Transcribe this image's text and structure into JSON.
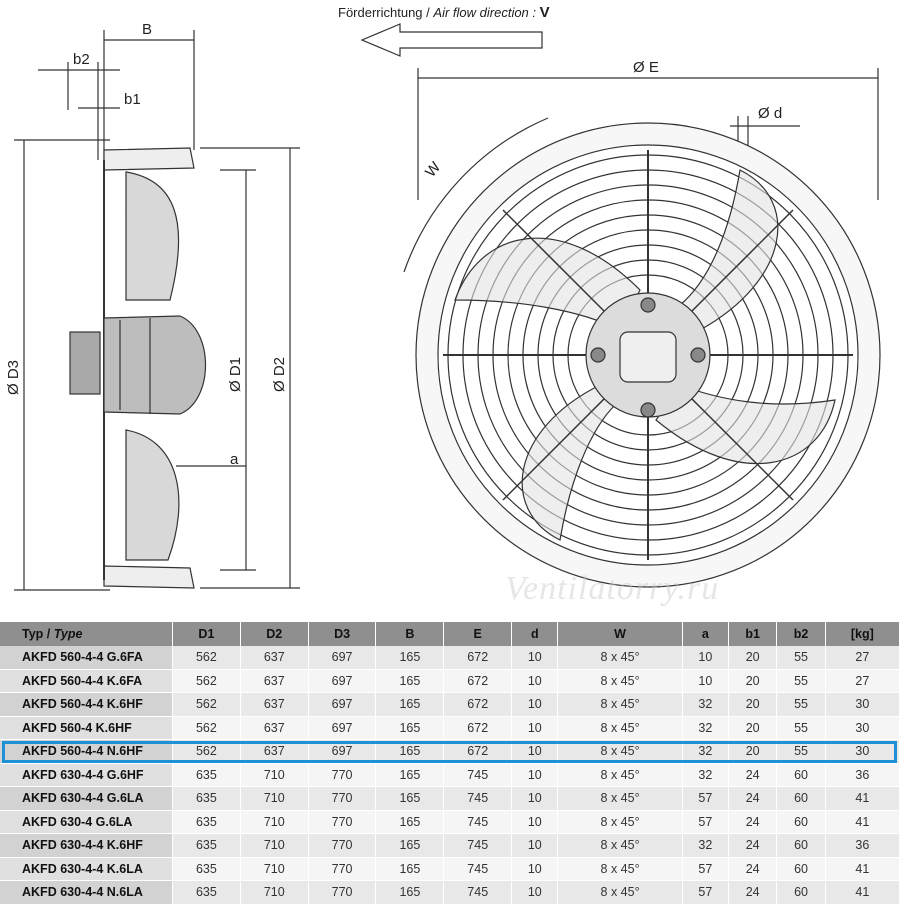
{
  "flow": {
    "label_de": "Förderrichtung",
    "separator": "/",
    "label_en": "Air flow direction",
    "colon": ":",
    "symbol": "V"
  },
  "dimensions": {
    "B": "B",
    "b2": "b2",
    "b1": "b1",
    "D3": "Ø D3",
    "D1": "Ø D1",
    "D2": "Ø D2",
    "a": "a",
    "E": "Ø E",
    "d": "Ø d",
    "W": "W"
  },
  "watermark": "Ventilatorry.ru",
  "table": {
    "headers": {
      "type_de": "Typ",
      "type_sep": "/",
      "type_en": "Type",
      "cols": [
        "D1",
        "D2",
        "D3",
        "B",
        "E",
        "d",
        "W",
        "a",
        "b1",
        "b2",
        "[kg]"
      ]
    },
    "rows": [
      {
        "type": "AKFD 560-4-4 G.6FA",
        "cells": [
          "562",
          "637",
          "697",
          "165",
          "672",
          "10",
          "8 x 45°",
          "10",
          "20",
          "55",
          "27"
        ]
      },
      {
        "type": "AKFD 560-4-4 K.6FA",
        "cells": [
          "562",
          "637",
          "697",
          "165",
          "672",
          "10",
          "8 x 45°",
          "10",
          "20",
          "55",
          "27"
        ]
      },
      {
        "type": "AKFD 560-4-4 K.6HF",
        "cells": [
          "562",
          "637",
          "697",
          "165",
          "672",
          "10",
          "8 x 45°",
          "32",
          "20",
          "55",
          "30"
        ]
      },
      {
        "type": "AKFD 560-4 K.6HF",
        "cells": [
          "562",
          "637",
          "697",
          "165",
          "672",
          "10",
          "8 x 45°",
          "32",
          "20",
          "55",
          "30"
        ]
      },
      {
        "type": "AKFD 560-4-4 N.6HF",
        "cells": [
          "562",
          "637",
          "697",
          "165",
          "672",
          "10",
          "8 x 45°",
          "32",
          "20",
          "55",
          "30"
        ]
      },
      {
        "type": "AKFD 630-4-4 G.6HF",
        "cells": [
          "635",
          "710",
          "770",
          "165",
          "745",
          "10",
          "8 x 45°",
          "32",
          "24",
          "60",
          "36"
        ]
      },
      {
        "type": "AKFD 630-4-4 G.6LA",
        "cells": [
          "635",
          "710",
          "770",
          "165",
          "745",
          "10",
          "8 x 45°",
          "57",
          "24",
          "60",
          "41"
        ]
      },
      {
        "type": "AKFD 630-4 G.6LA",
        "cells": [
          "635",
          "710",
          "770",
          "165",
          "745",
          "10",
          "8 x 45°",
          "57",
          "24",
          "60",
          "41"
        ]
      },
      {
        "type": "AKFD 630-4-4 K.6HF",
        "cells": [
          "635",
          "710",
          "770",
          "165",
          "745",
          "10",
          "8 x 45°",
          "32",
          "24",
          "60",
          "36"
        ]
      },
      {
        "type": "AKFD 630-4-4 K.6LA",
        "cells": [
          "635",
          "710",
          "770",
          "165",
          "745",
          "10",
          "8 x 45°",
          "57",
          "24",
          "60",
          "41"
        ]
      },
      {
        "type": "AKFD 630-4-4 N.6LA",
        "cells": [
          "635",
          "710",
          "770",
          "165",
          "745",
          "10",
          "8 x 45°",
          "57",
          "24",
          "60",
          "41"
        ]
      }
    ],
    "highlighted_row": 4,
    "highlight_color": "#1e90d6"
  }
}
